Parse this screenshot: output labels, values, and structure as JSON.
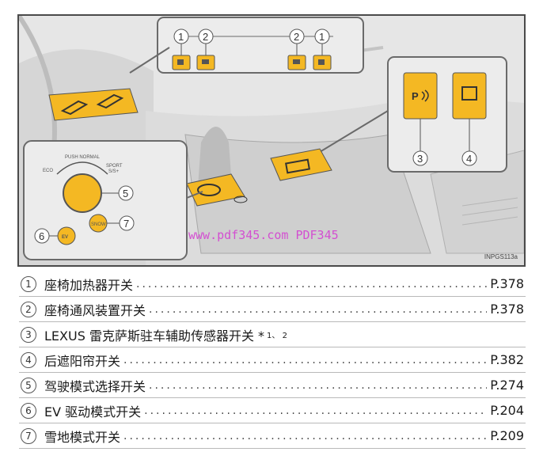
{
  "figure": {
    "callout_numbers": [
      "1",
      "2",
      "2",
      "1",
      "3",
      "4",
      "5",
      "6",
      "7"
    ],
    "mode_labels": {
      "push_normal": "PUSH NORMAL",
      "eco": "ECO",
      "sport": "SPORT",
      "sport_s": "S/S+"
    },
    "ev_button_text": "EV",
    "snow_button_text": "SNOW",
    "parking_button_text": "P",
    "watermark": "www.pdf345.com PDF345",
    "image_code": "INPGS113a",
    "accent_color": "#f4b823"
  },
  "entries": [
    {
      "num": "1",
      "label": "座椅加热器开关",
      "page": "P.378"
    },
    {
      "num": "2",
      "label": "座椅通风装置开关",
      "page": "P.378"
    },
    {
      "num": "3",
      "label": "LEXUS 雷克萨斯驻车辅助传感器开关 *",
      "sup": "1、 2",
      "page": ""
    },
    {
      "num": "4",
      "label": "后遮阳帘开关",
      "page": "P.382"
    },
    {
      "num": "5",
      "label": "驾驶模式选择开关",
      "page": "P.274"
    },
    {
      "num": "6",
      "label": "EV 驱动模式开关",
      "page": "P.204"
    },
    {
      "num": "7",
      "label": "雪地模式开关",
      "page": "P.209"
    }
  ]
}
